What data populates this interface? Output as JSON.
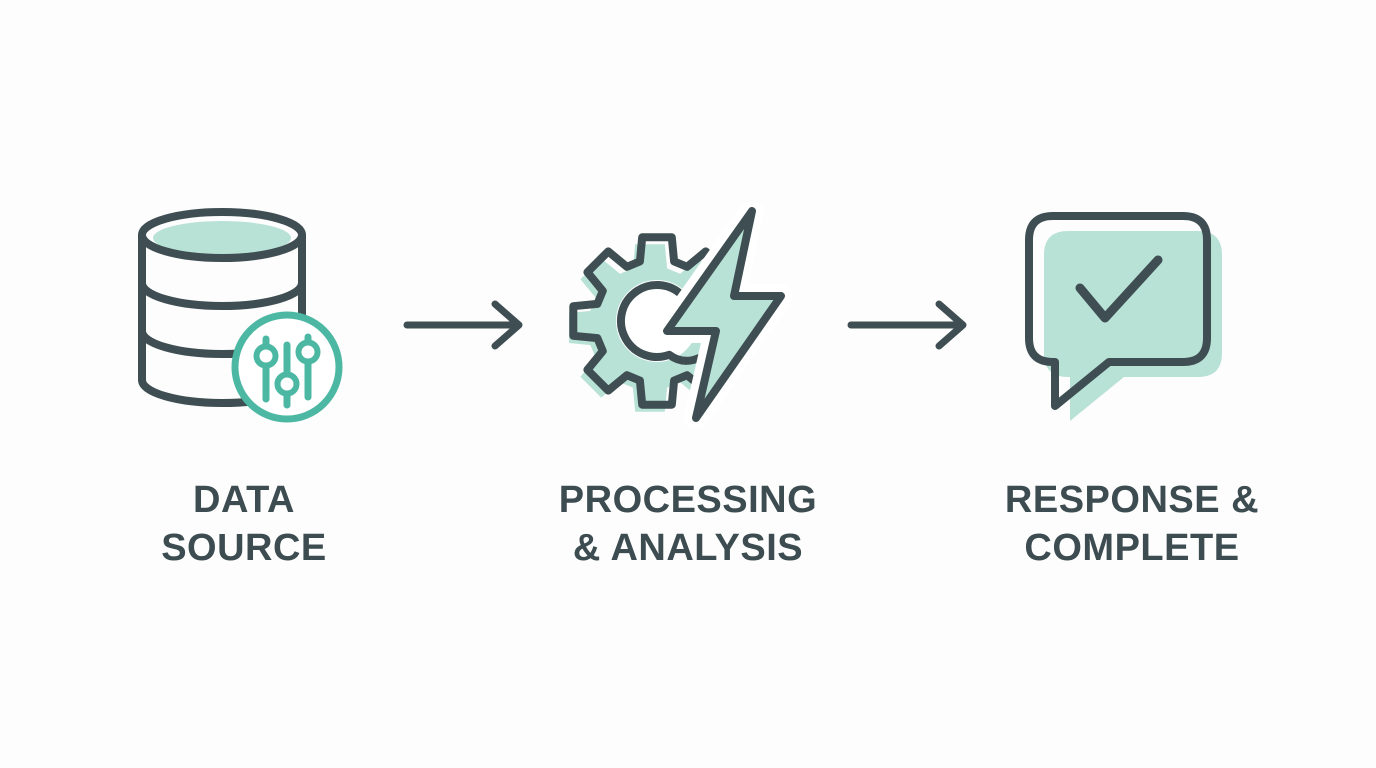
{
  "diagram_title": "process-flow",
  "colors": {
    "bg": "#fdfdfd",
    "outline": "#3e4e52",
    "mint": "#b9e2d7",
    "teal": "#4cb8a4",
    "text": "#3c4c50"
  },
  "steps": [
    {
      "id": "data-source",
      "icon": "database-sliders-icon",
      "label_line1": "DATA",
      "label_line2": "SOURCE"
    },
    {
      "id": "processing-analysis",
      "icon": "gear-lightning-icon",
      "label_line1": "PROCESSING",
      "label_line2": "& ANALYSIS"
    },
    {
      "id": "response-complete",
      "icon": "chat-bubble-checkmark-icon",
      "label_line1": "RESPONSE &",
      "label_line2": "COMPLETE"
    }
  ],
  "connectors": [
    {
      "id": "arrow-1",
      "icon": "arrow-right-icon"
    },
    {
      "id": "arrow-2",
      "icon": "arrow-right-icon"
    }
  ]
}
